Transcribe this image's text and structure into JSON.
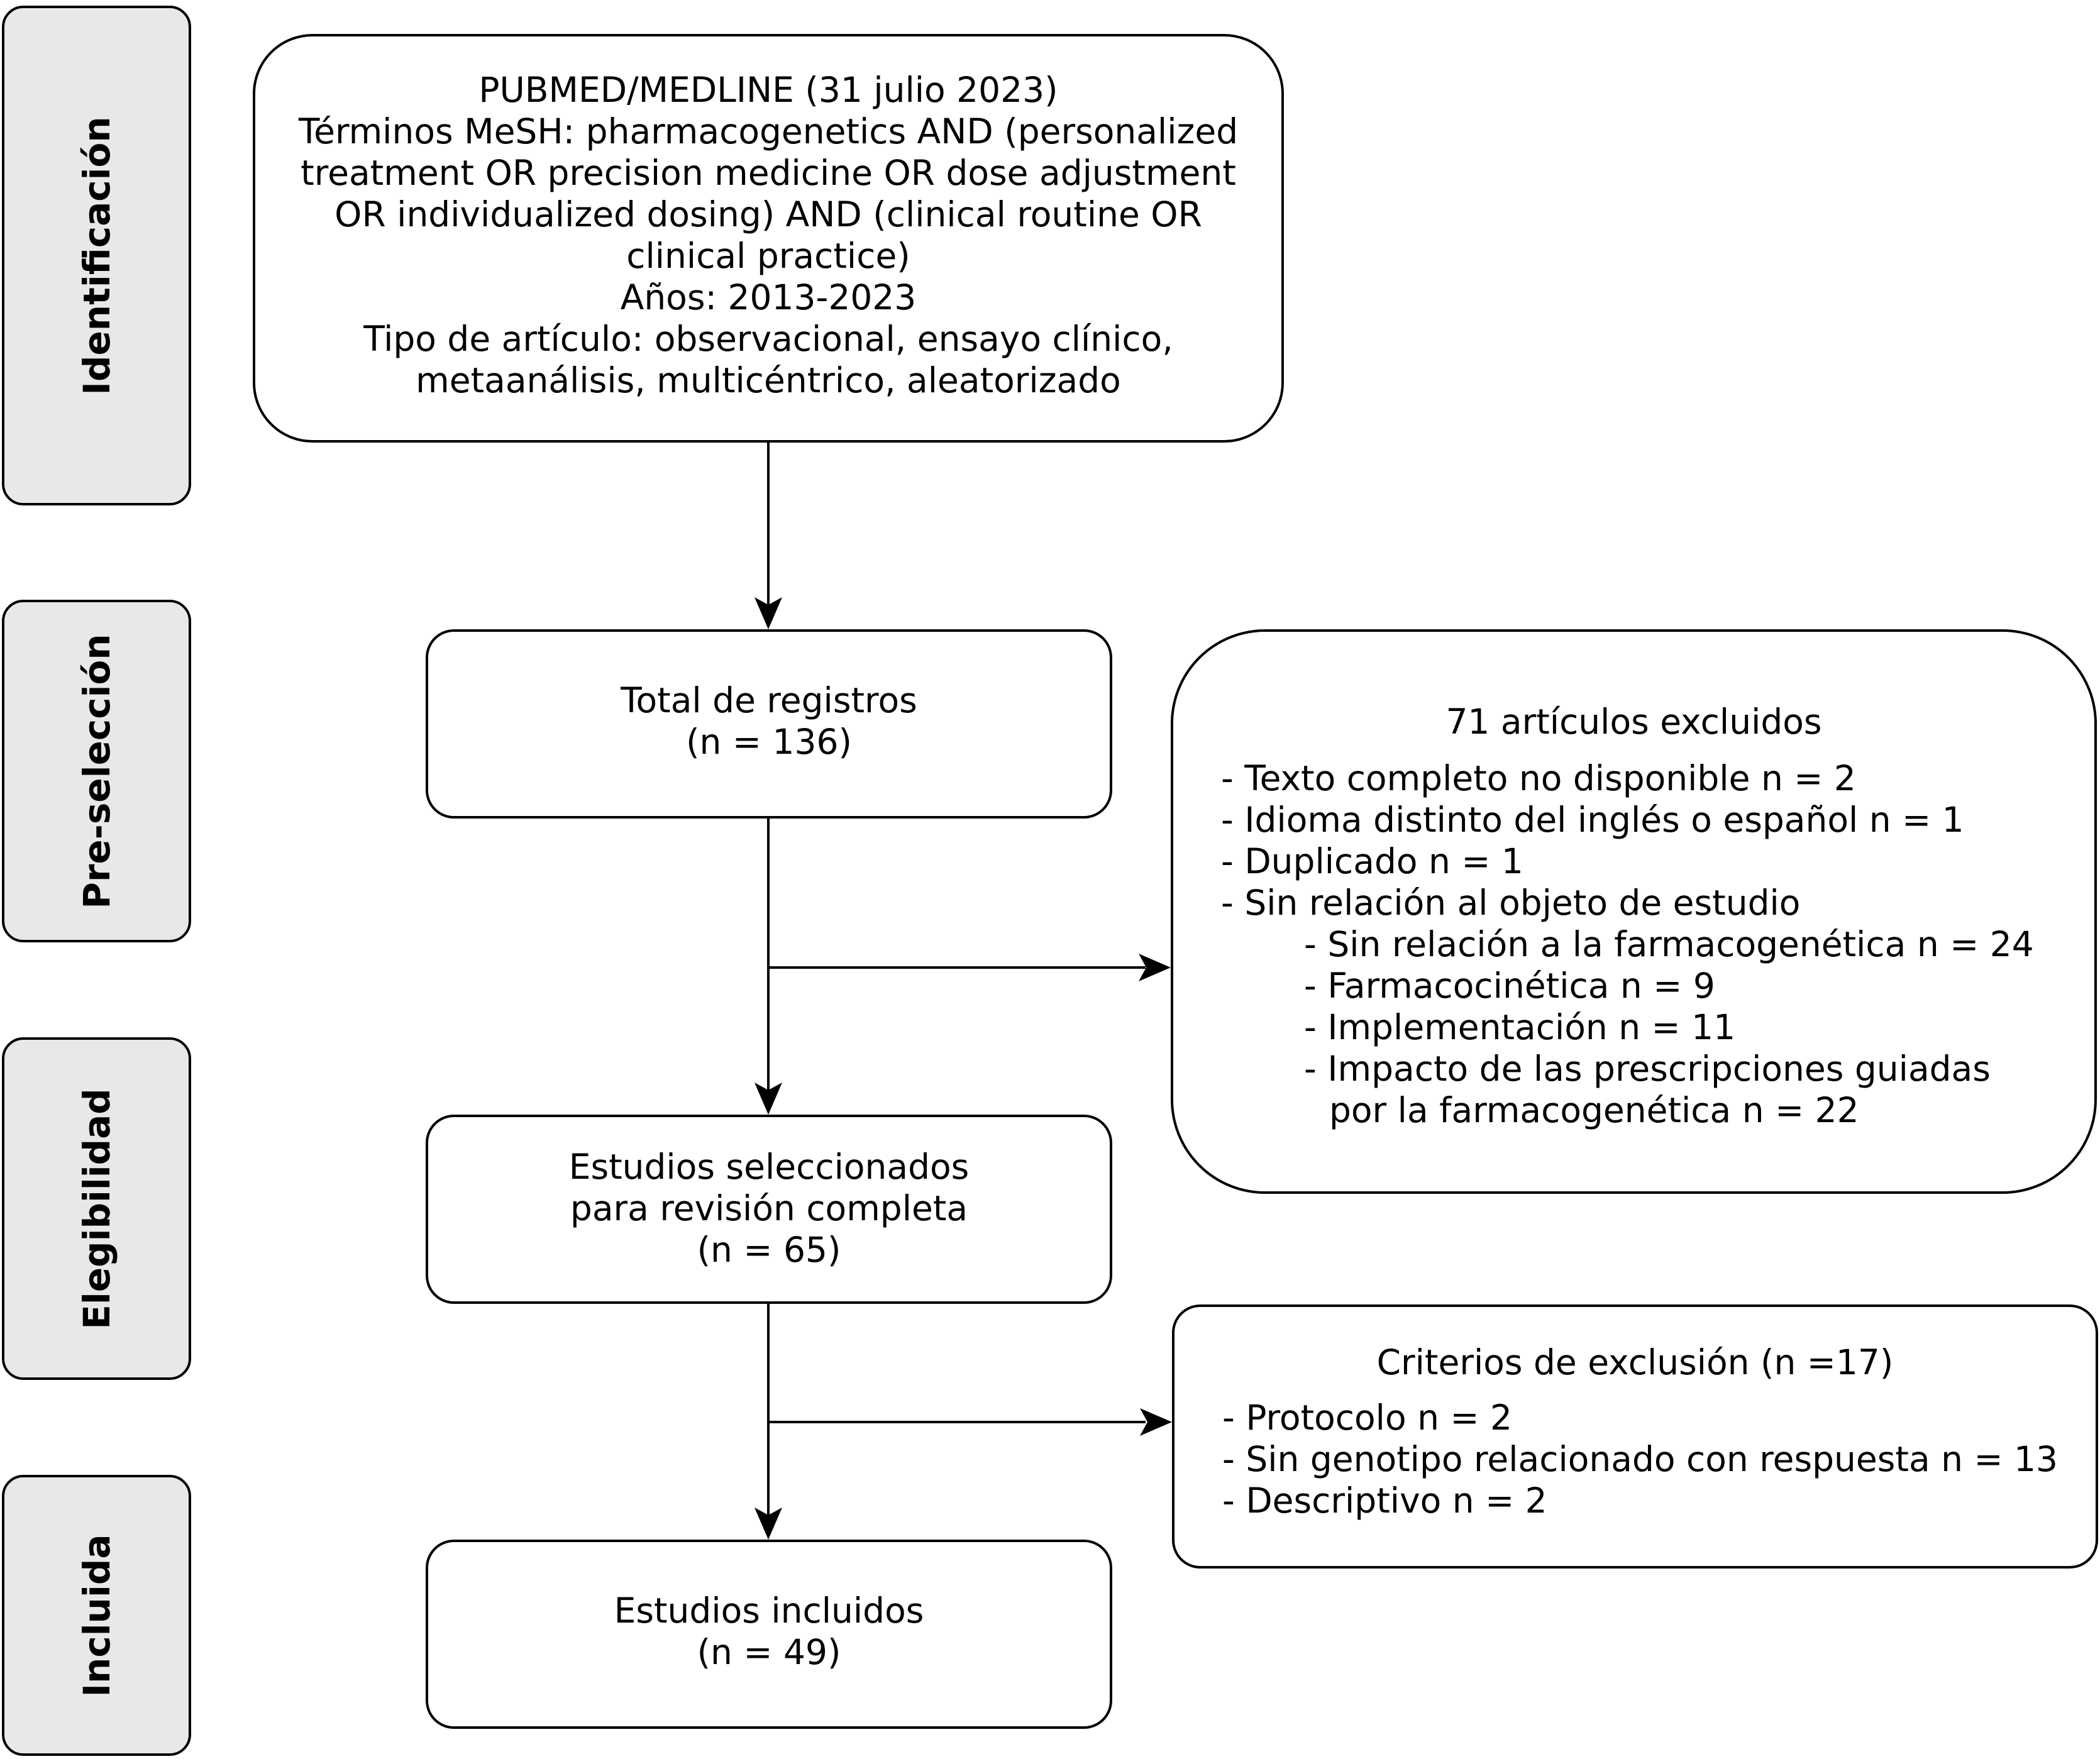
{
  "stages": {
    "identificacion": "Identificación",
    "preseleccion": "Pre-selección",
    "elegibilidad": "Elegibilidad",
    "incluida": "Incluida"
  },
  "search_box": {
    "lines": [
      "PUBMED/MEDLINE (31 julio 2023)",
      "Términos MeSH: pharmacogenetics AND (personalized",
      "treatment OR precision medicine OR dose adjustment",
      "OR individualized dosing) AND (clinical routine OR",
      "clinical practice)",
      "Años: 2013-2023",
      "Tipo de artículo: observacional, ensayo clínico,",
      "metaanálisis, multicéntrico, aleatorizado"
    ]
  },
  "total_box": {
    "title": "Total de registros",
    "count": "(n = 136)"
  },
  "excluded_box": {
    "title": "71 artículos excluidos",
    "items": [
      "- Texto completo no disponible n = 2",
      "- Idioma distinto del inglés o español n = 1",
      "- Duplicado n = 1",
      "- Sin relación al objeto de estudio"
    ],
    "subitems": [
      "- Sin relación a la farmacogenética n = 24",
      "- Farmacocinética n = 9",
      "- Implementación n = 11",
      "- Impacto de las prescripciones guiadas"
    ],
    "subitem_continuation": "por la farmacogenética n = 22"
  },
  "selected_box": {
    "line1": "Estudios seleccionados",
    "line2": "para revisión completa",
    "count": "(n = 65)"
  },
  "criteria_box": {
    "title": "Criterios de exclusión (n =17)",
    "items": [
      "- Protocolo n = 2",
      "- Sin genotipo relacionado con respuesta n = 13",
      "- Descriptivo n = 2"
    ]
  },
  "included_box": {
    "title": "Estudios incluidos",
    "count": "(n = 49)"
  }
}
